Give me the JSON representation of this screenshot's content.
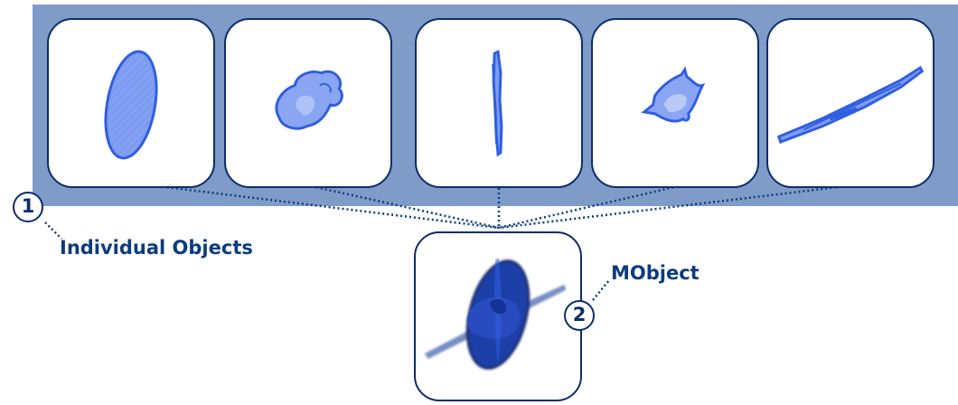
{
  "callouts": {
    "individual": {
      "number": "1",
      "label": "Individual Objects"
    },
    "mobject": {
      "number": "2",
      "label": "MObject"
    }
  },
  "icons": {
    "objects": [
      "oval-blob-object-icon",
      "lumpy-blob-object-icon",
      "vertical-stick-object-icon",
      "irregular-blob-object-icon",
      "diagonal-stick-object-icon"
    ],
    "merged": "merged-mobject-icon"
  },
  "colors": {
    "band": "#7f9cc8",
    "card_border": "#0d2d6b",
    "object_fill": "#6a8ef0",
    "object_stroke": "#2f5ee0",
    "merged_fill": "#1f3fa8",
    "label_text": "#0d3b7e"
  }
}
